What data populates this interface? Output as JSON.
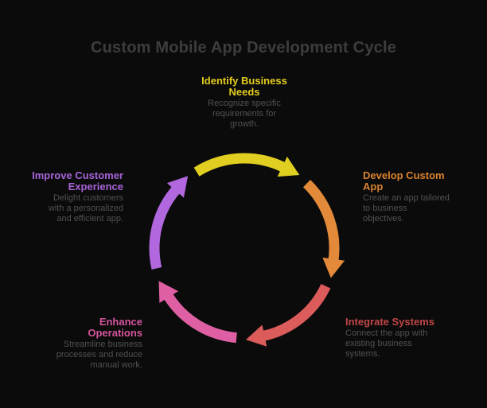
{
  "title": "Custom Mobile App Development Cycle",
  "theme": {
    "background": "#0b0b0b",
    "title_color": "#3d3d3d",
    "description_color": "#515151"
  },
  "stages": [
    {
      "id": "identify-business-needs",
      "label": "Identify Business\nNeeds",
      "description": "Recognize specific\nrequirements for\ngrowth.",
      "label_color": "#e4cd1d",
      "arc_color": "#e0cf20"
    },
    {
      "id": "develop-custom-app",
      "label": "Develop Custom\nApp",
      "description": "Create an app tailored\nto business\nobjectives.",
      "label_color": "#d9832f",
      "arc_color": "#e28a3a"
    },
    {
      "id": "integrate-systems",
      "label": "Integrate Systems",
      "description": "Connect the app with\nexisting business\nsystems.",
      "label_color": "#c04646",
      "arc_color": "#dc5b5b"
    },
    {
      "id": "enhance-operations",
      "label": "Enhance\nOperations",
      "description": "Streamline business\nprocesses and reduce\nmanual work.",
      "label_color": "#d4549e",
      "arc_color": "#de5fa3"
    },
    {
      "id": "improve-customer-experience",
      "label": "Improve Customer\nExperience",
      "description": "Delight customers\nwith a personalized\nand efficient app.",
      "label_color": "#a763d8",
      "arc_color": "#b168df"
    }
  ]
}
